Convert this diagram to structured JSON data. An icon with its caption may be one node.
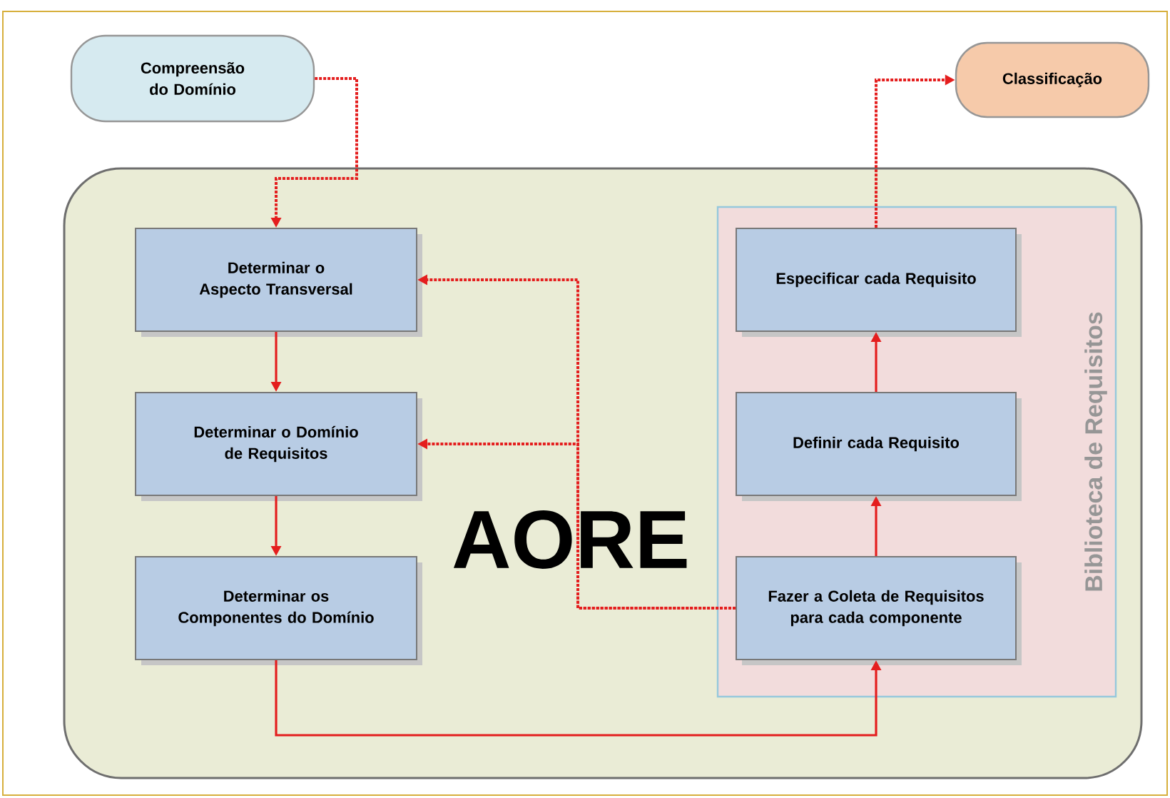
{
  "diagram": {
    "nodes": [
      {
        "text": [
          "Compreensão do Domínio"
        ]
      },
      {
        "text": [
          "Classificação"
        ]
      },
      {
        "text": [
          "AORE"
        ]
      },
      {
        "text": [
          "Biblioteca de Requisitos"
        ],
        "in": 2
      },
      {
        "text": [
          "Determinar o Aspecto Transversal"
        ],
        "in": 2
      },
      {
        "text": [
          "Determinar o Domínio de Requisitos"
        ],
        "in": 2
      },
      {
        "text": [
          "Determinar os Componentes do Domínio"
        ],
        "in": 2
      },
      {
        "text": [
          "Especificar cada Requisito"
        ],
        "in": 3
      },
      {
        "text": [
          "Definir cada Requisito"
        ],
        "in": 3
      },
      {
        "text": [
          "Fazer a Coleta de Requisitos para cada componente"
        ],
        "in": 3
      }
    ],
    "edges": [
      {
        "from": 0,
        "to": 4,
        "arrow": "to",
        "style": "dashed"
      },
      {
        "from": 4,
        "to": 5,
        "arrow": "to"
      },
      {
        "from": 5,
        "to": 6,
        "arrow": "to"
      },
      {
        "from": 6,
        "to": 9,
        "arrow": "to"
      },
      {
        "from": 9,
        "to": 8,
        "arrow": "to"
      },
      {
        "from": 8,
        "to": 7,
        "arrow": "to"
      },
      {
        "from": 7,
        "to": 1,
        "arrow": "to",
        "style": "dashed"
      },
      {
        "from": 9,
        "to": 4,
        "arrow": "to",
        "style": "dashed"
      },
      {
        "from": 9,
        "to": 5,
        "arrow": "to",
        "style": "dashed"
      }
    ]
  }
}
